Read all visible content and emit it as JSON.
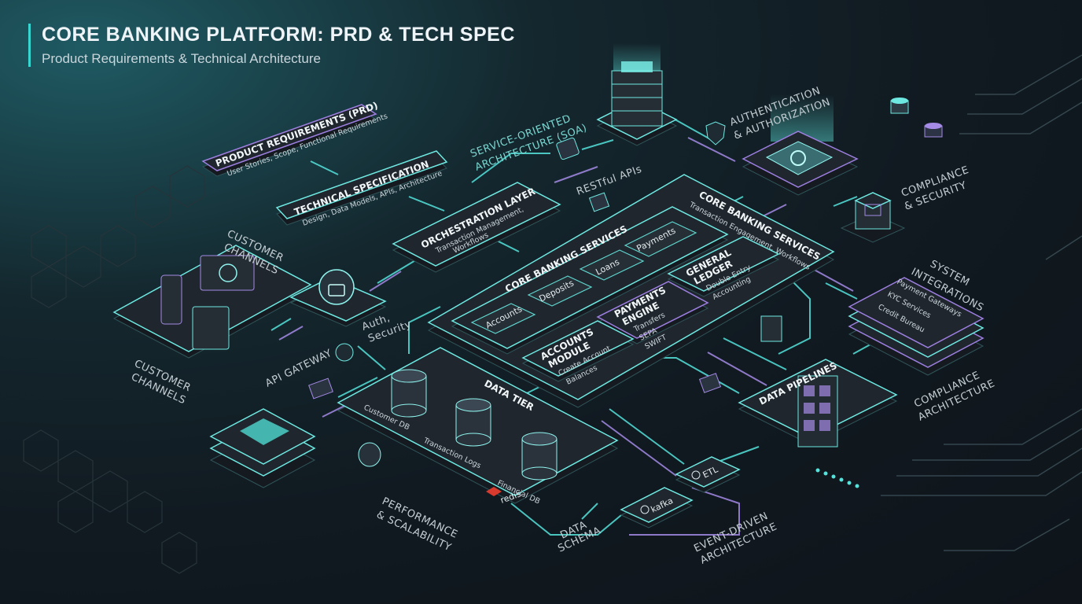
{
  "header": {
    "title": "CORE BANKING PLATFORM: PRD & TECH SPEC",
    "subtitle": "Product Requirements & Technical Architecture"
  },
  "prd": {
    "title": "PRODUCT REQUIREMENTS (PRD)",
    "detail": "User Stories, Scope, Functional Requirements"
  },
  "tech_spec": {
    "title": "TECHNICAL SPECIFICATION",
    "detail": "Design, Data Models, APIs, Architecture"
  },
  "soa": {
    "line1": "SERVICE-ORIENTED",
    "line2": "ARCHITECTURE (SOA)"
  },
  "restful": "RESTful APIs",
  "orchestration": {
    "title": "ORCHESTRATION LAYER",
    "line1": "Transaction Management,",
    "line2": "Workflows"
  },
  "core_services_outer": {
    "title": "CORE BANKING SERVICES",
    "detail": "Transaction Engagement, Workflows"
  },
  "core_services_inner": {
    "title": "CORE BANKING SERVICES",
    "chips": [
      "Accounts",
      "Deposits",
      "Loans",
      "Payments"
    ]
  },
  "general_ledger": {
    "title1": "GENERAL",
    "title2": "LEDGER",
    "items": [
      "Double Entry",
      "Accounting"
    ]
  },
  "payments_engine": {
    "title1": "PAYMENTS",
    "title2": "ENGINE",
    "items": [
      "Transfers",
      "SEPA",
      "SWIFT"
    ]
  },
  "accounts_module": {
    "title1": "ACCOUNTS",
    "title2": "MODULE",
    "items": [
      "Create Account",
      "Balances"
    ]
  },
  "auth": {
    "line1": "AUTHENTICATION",
    "line2": "& AUTHORIZATION"
  },
  "compliance_security": {
    "line1": "COMPLIANCE",
    "line2": "& SECURITY"
  },
  "system_integrations": {
    "line1": "SYSTEM",
    "line2": "INTEGRATIONS",
    "items": [
      "Payment Gateways",
      "KYC Services",
      "Credit Bureau"
    ]
  },
  "compliance_arch": {
    "line1": "COMPLIANCE",
    "line2": "ARCHITECTURE"
  },
  "customer_channels_top": {
    "line1": "CUSTOMER",
    "line2": "CHANNELS"
  },
  "customer_channels_bottom": {
    "line1": "CUSTOMER",
    "line2": "CHANNELS"
  },
  "api_gateway": "API GATEWAY",
  "auth_security": {
    "line1": "Auth,",
    "line2": "Security"
  },
  "data_tier": {
    "title": "DATA TIER",
    "dbs": [
      "Customer DB",
      "Transaction Logs",
      "Financial DB"
    ],
    "redis": "redis"
  },
  "data_pipelines": "DATA PIPELINES",
  "etl": "ETL",
  "kafka": "kafka",
  "performance": {
    "line1": "PERFORMANCE",
    "line2": "& SCALABILITY"
  },
  "data_schema": {
    "line1": "DATA",
    "line2": "SCHEMA"
  },
  "event_driven": {
    "line1": "EVENT-DRIVEN",
    "line2": "ARCHITECTURE"
  },
  "colors": {
    "accent_cyan": "#55e3dc",
    "accent_purple": "#a58be6",
    "panel": "#1f262d",
    "background": "#111a21"
  }
}
